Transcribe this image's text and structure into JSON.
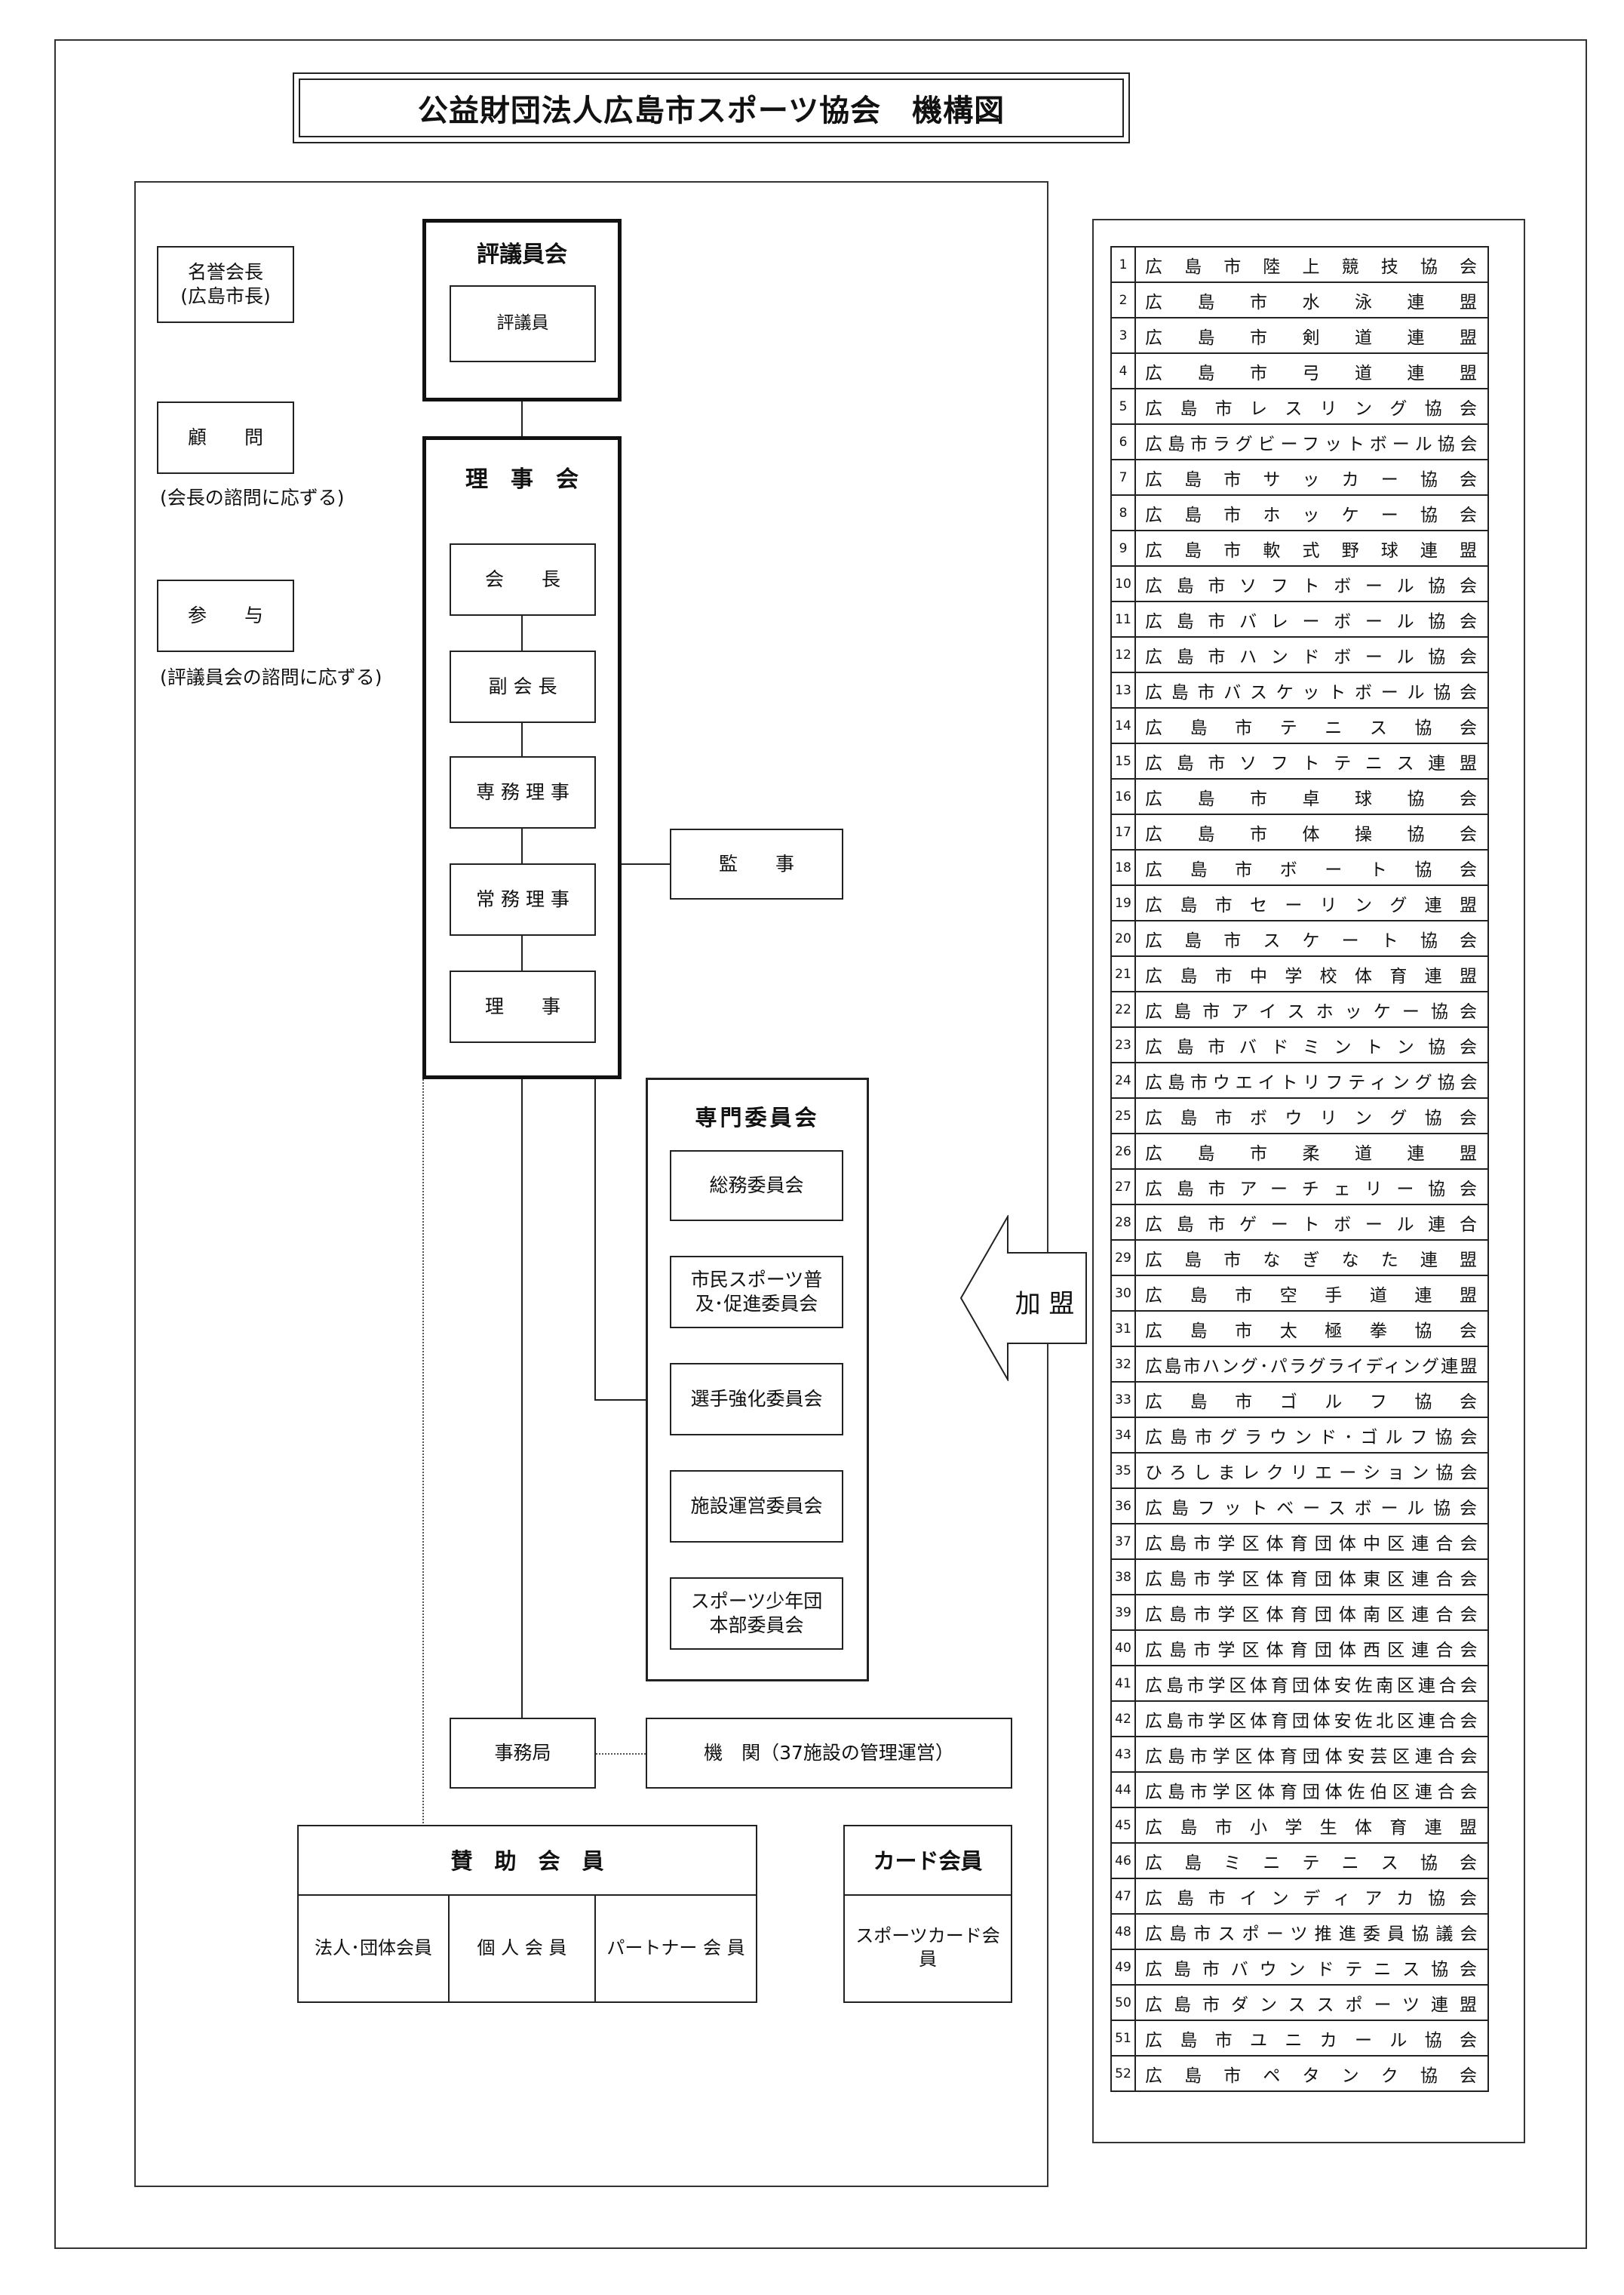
{
  "title": "公益財団法人広島市スポーツ協会　機構図",
  "left_column": {
    "honorary": "名誉会長\n(広島市長)",
    "advisor": "顧　　問",
    "advisor_note": "(会長の諮問に応ずる)",
    "counselor": "参　　与",
    "counselor_note": "(評議員会の諮問に応ずる)"
  },
  "council": {
    "title": "評議員会",
    "member": "評議員"
  },
  "board": {
    "title": "理　事　会",
    "roles": [
      "会　　長",
      "副 会 長",
      "専 務 理 事",
      "常 務 理 事",
      "理　　事"
    ]
  },
  "auditor": "監　　事",
  "committees": {
    "title": "専門委員会",
    "items": [
      "総務委員会",
      "市民スポーツ普\n及･促進委員会",
      "選手強化委員会",
      "施設運営委員会",
      "スポーツ少年団\n本部委員会"
    ]
  },
  "secretariat": "事務局",
  "facilities": "機　関（37施設の管理運営）",
  "supporting_members": {
    "title": "賛　助　会　員",
    "types": [
      "法人･団体会員",
      "個 人 会 員",
      "パートナー 会 員"
    ]
  },
  "card_members": {
    "title": "カード会員",
    "type": "スポーツカード会員"
  },
  "affiliation_label": "加 盟",
  "member_associations": [
    {
      "no": "1",
      "name": "広島市陸上競技協会"
    },
    {
      "no": "2",
      "name": "広島市水泳連盟"
    },
    {
      "no": "3",
      "name": "広島市剣道連盟"
    },
    {
      "no": "4",
      "name": "広島市弓道連盟"
    },
    {
      "no": "5",
      "name": "広島市レスリング協会"
    },
    {
      "no": "6",
      "name": "広島市ラグビーフットボール協会"
    },
    {
      "no": "7",
      "name": "広島市サッカー協会"
    },
    {
      "no": "8",
      "name": "広島市ホッケー協会"
    },
    {
      "no": "9",
      "name": "広島市軟式野球連盟"
    },
    {
      "no": "10",
      "name": "広島市ソフトボール協会"
    },
    {
      "no": "11",
      "name": "広島市バレーボール協会"
    },
    {
      "no": "12",
      "name": "広島市ハンドボール協会"
    },
    {
      "no": "13",
      "name": "広島市バスケットボール協会"
    },
    {
      "no": "14",
      "name": "広島市テニス協会"
    },
    {
      "no": "15",
      "name": "広島市ソフトテニス連盟"
    },
    {
      "no": "16",
      "name": "広島市卓球協会"
    },
    {
      "no": "17",
      "name": "広島市体操協会"
    },
    {
      "no": "18",
      "name": "広島市ボート協会"
    },
    {
      "no": "19",
      "name": "広島市セーリング連盟"
    },
    {
      "no": "20",
      "name": "広島市スケート協会"
    },
    {
      "no": "21",
      "name": "広島市中学校体育連盟"
    },
    {
      "no": "22",
      "name": "広島市アイスホッケー協会"
    },
    {
      "no": "23",
      "name": "広島市バドミントン協会"
    },
    {
      "no": "24",
      "name": "広島市ウエイトリフティング協会"
    },
    {
      "no": "25",
      "name": "広島市ボウリング協会"
    },
    {
      "no": "26",
      "name": "広島市柔道連盟"
    },
    {
      "no": "27",
      "name": "広島市アーチェリー協会"
    },
    {
      "no": "28",
      "name": "広島市ゲートボール連合"
    },
    {
      "no": "29",
      "name": "広島市なぎなた連盟"
    },
    {
      "no": "30",
      "name": "広島市空手道連盟"
    },
    {
      "no": "31",
      "name": "広島市太極拳協会"
    },
    {
      "no": "32",
      "name": "広島市ハング･パラグライディング連盟"
    },
    {
      "no": "33",
      "name": "広島市ゴルフ協会"
    },
    {
      "no": "34",
      "name": "広島市グラウンド･ゴルフ協会"
    },
    {
      "no": "35",
      "name": "ひろしまレクリエーション協会"
    },
    {
      "no": "36",
      "name": "広島フットベースボール協会"
    },
    {
      "no": "37",
      "name": "広島市学区体育団体中区連合会"
    },
    {
      "no": "38",
      "name": "広島市学区体育団体東区連合会"
    },
    {
      "no": "39",
      "name": "広島市学区体育団体南区連合会"
    },
    {
      "no": "40",
      "name": "広島市学区体育団体西区連合会"
    },
    {
      "no": "41",
      "name": "広島市学区体育団体安佐南区連合会"
    },
    {
      "no": "42",
      "name": "広島市学区体育団体安佐北区連合会"
    },
    {
      "no": "43",
      "name": "広島市学区体育団体安芸区連合会"
    },
    {
      "no": "44",
      "name": "広島市学区体育団体佐伯区連合会"
    },
    {
      "no": "45",
      "name": "広島市小学生体育連盟"
    },
    {
      "no": "46",
      "name": "広島ミニテニス協会"
    },
    {
      "no": "47",
      "name": "広島市インディアカ協会"
    },
    {
      "no": "48",
      "name": "広島市スポーツ推進委員協議会"
    },
    {
      "no": "49",
      "name": "広島市バウンドテニス協会"
    },
    {
      "no": "50",
      "name": "広島市ダンススポーツ連盟"
    },
    {
      "no": "51",
      "name": "広島市ユニカール協会"
    },
    {
      "no": "52",
      "name": "広島市ペタンク協会"
    }
  ]
}
